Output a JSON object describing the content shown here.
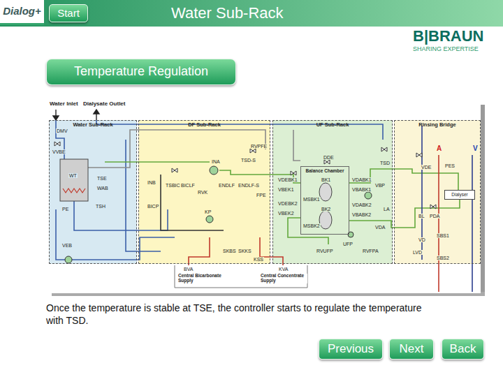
{
  "diagram": {
    "title": "Water Sub-Rack",
    "caption": "Once the temperature is stable at TSE, the controller starts to regulate the temperature with TSD.",
    "nodes": [
      {
        "text": [
          "Dialog+"
        ]
      },
      {
        "text": [
          "Start"
        ]
      },
      {
        "text": [
          "Temperature Regulation"
        ]
      },
      {
        "text": [
          "Water Sub-Rack"
        ]
      },
      {
        "text": [
          "DF Sub-Rack"
        ]
      },
      {
        "text": [
          "UF Sub-Rack"
        ]
      },
      {
        "text": [
          "Balance Chamber"
        ],
        "in": 5
      },
      {
        "text": [
          "Rinsing Bridge"
        ]
      },
      {
        "text": [
          "Dialyser"
        ],
        "in": 7
      },
      {
        "text": [
          "Previous"
        ]
      },
      {
        "text": [
          "Next"
        ]
      },
      {
        "text": [
          "Back"
        ]
      }
    ],
    "labels": [
      "B|BRAUN",
      "SHARING EXPERTISE",
      "Water Inlet",
      "Dialysate Outlet",
      "DMV",
      "VVBE",
      "WT",
      "TSE",
      "WAB",
      "TSH",
      "PE",
      "VEB",
      "TSBIC",
      "BICLF",
      "INA",
      "ENDLF",
      "ENDLF-S",
      "TSD-S",
      "RVPFE",
      "FPE",
      "INB",
      "BICP",
      "RVK",
      "KP",
      "SKBS",
      "SKKS",
      "KSS",
      "DDE",
      "VDEBK1",
      "VBEK1",
      "VDEBK2",
      "VBEK2",
      "BK1",
      "MSBK1",
      "BK2",
      "MSBK2",
      "VDABK1",
      "VBABK1",
      "VDABK2",
      "VBABK2",
      "VBP",
      "LA",
      "VDA",
      "RVUFP",
      "UFP",
      "RVFPA",
      "TSD",
      "VDE",
      "A",
      "V",
      "PES",
      "BL",
      "PDA",
      "VD",
      "SBS1",
      "SBS2",
      "LVD",
      "BVA",
      "KVA",
      "Central Bicarbonate Supply",
      "Central Concentrate Supply"
    ]
  }
}
